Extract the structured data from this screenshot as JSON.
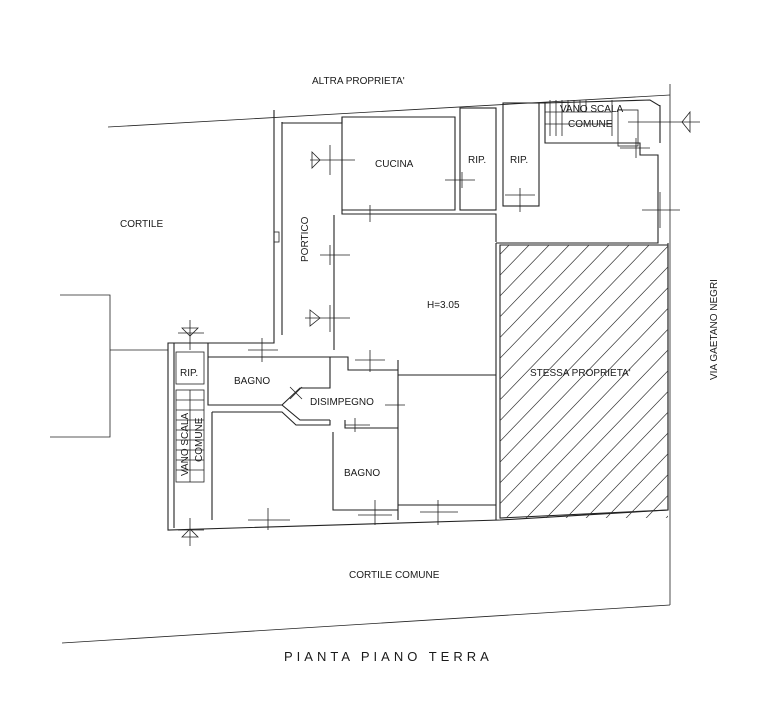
{
  "labels": {
    "altra_proprieta": "ALTRA PROPRIETA'",
    "cortile": "CORTILE",
    "portico": "PORTICO",
    "cucina": "CUCINA",
    "rip_1": "RIP.",
    "rip_2": "RIP.",
    "rip_3": "RIP.",
    "vano_scala_top_1": "VANO SCALA",
    "vano_scala_top_2": "COMUNE",
    "height": "H=3.05",
    "stessa_proprieta": "STESSA PROPRIETA'",
    "via": "VIA GAETANO NEGRI",
    "bagno_1": "BAGNO",
    "bagno_2": "BAGNO",
    "disimpegno": "DISIMPEGNO",
    "vano_scala_left_1": "VANO SCALA",
    "vano_scala_left_2": "COMUNE",
    "cortile_comune": "CORTILE COMUNE"
  },
  "title": "PIANTA PIANO TERRA"
}
